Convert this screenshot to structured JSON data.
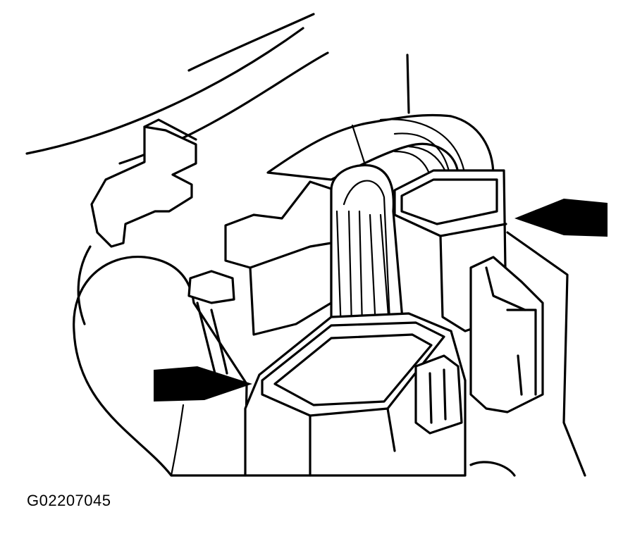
{
  "figure_id": "G02207045",
  "colors": {
    "line": "#000000",
    "background": "#ffffff"
  },
  "callouts": [
    {
      "name": "arrow-right-connector",
      "direction": "left"
    },
    {
      "name": "arrow-front-connector",
      "direction": "right"
    }
  ]
}
